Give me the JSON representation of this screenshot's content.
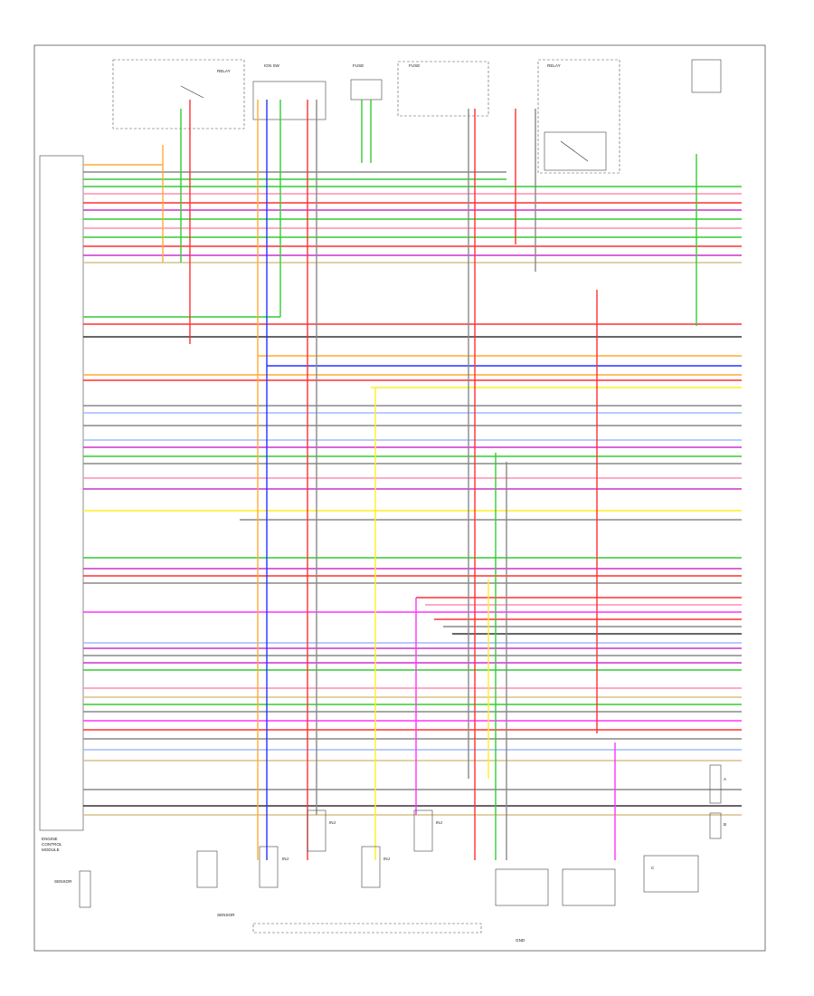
{
  "diagram": {
    "ecm_label": [
      "ENGINE",
      "CONTROL",
      "MODULE"
    ],
    "top_components": [
      {
        "name": "main-relay",
        "label": "RELAY"
      },
      {
        "name": "ignition-switch",
        "label": "IGN SW"
      },
      {
        "name": "fuse-box",
        "label": "FUSE"
      },
      {
        "name": "main-fuse",
        "label": "FUSE"
      },
      {
        "name": "fuel-pump-relay",
        "label": "RELAY"
      }
    ],
    "bottom_components": [
      {
        "name": "crank-sensor",
        "label": "SENSOR"
      },
      {
        "name": "knock-sensor",
        "label": "SENSOR"
      },
      {
        "name": "injector-1",
        "label": "INJ"
      },
      {
        "name": "injector-2",
        "label": "INJ"
      },
      {
        "name": "injector-3",
        "label": "INJ"
      },
      {
        "name": "injector-4",
        "label": "INJ"
      },
      {
        "name": "ground-point",
        "label": "GND"
      }
    ],
    "right_connectors": [
      {
        "name": "connector-a",
        "label": "A"
      },
      {
        "name": "connector-b",
        "label": "B"
      },
      {
        "name": "connector-c",
        "label": "C"
      }
    ],
    "wire_colors": {
      "red": "#ff3030",
      "pink": "#ff8fb0",
      "green": "#33cc33",
      "blue": "#2233ff",
      "yellow": "#ffee22",
      "violet": "#cc33cc",
      "magenta": "#ff33ff",
      "orange": "#ffaa33",
      "gray": "#888888",
      "black": "#333333",
      "tan": "#d8c08a",
      "lightblue": "#a0b8ff"
    }
  }
}
